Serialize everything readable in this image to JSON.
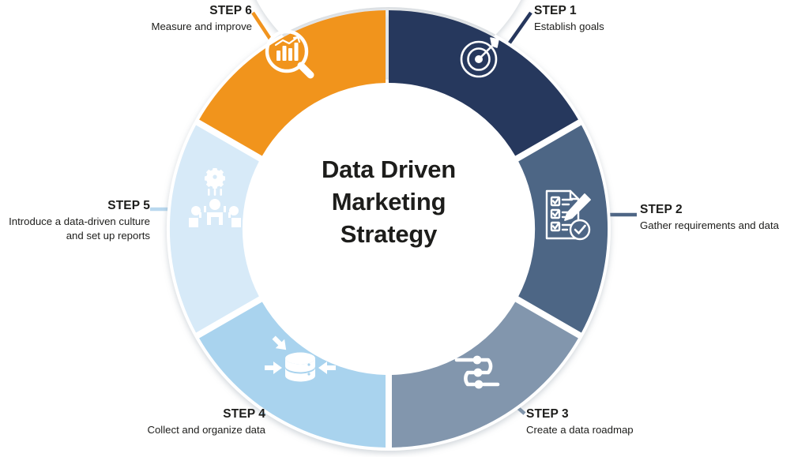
{
  "graphic": {
    "type": "donut-cycle-infographic",
    "center_title_lines": [
      "Data Driven",
      "Marketing",
      "Strategy"
    ],
    "center_text_color": "#1d1d1b",
    "background": "#ffffff",
    "gap_color": "#ffffff"
  },
  "steps": [
    {
      "id": 1,
      "step_label": "STEP 1",
      "description": "Establish goals",
      "color": "#26375d",
      "icon": "target-bullseye-arrow-icon",
      "start_angle": 0,
      "end_angle": 60,
      "connector_color": "#26375d"
    },
    {
      "id": 2,
      "step_label": "STEP 2",
      "description": "Gather requirements and data",
      "color": "#4e6685",
      "icon": "checklist-pencil-approved-icon",
      "start_angle": 60,
      "end_angle": 120,
      "connector_color": "#4e6685"
    },
    {
      "id": 3,
      "step_label": "STEP 3",
      "description": "Create a data roadmap",
      "color": "#8296ad",
      "icon": "roadmap-nodes-icon",
      "start_angle": 120,
      "end_angle": 180,
      "connector_color": "#8296ad"
    },
    {
      "id": 4,
      "step_label": "STEP 4",
      "description": "Collect and organize data",
      "color": "#a9d3ee",
      "icon": "database-inbound-arrows-icon",
      "start_angle": 180,
      "end_angle": 240,
      "connector_color": "#a9d3ee"
    },
    {
      "id": 5,
      "step_label": "STEP 5",
      "description": "Introduce a data-driven culture and set up reports",
      "color": "#d7eaf8",
      "icon": "team-gear-culture-icon",
      "start_angle": 240,
      "end_angle": 300,
      "connector_color": "#b9d8ee"
    },
    {
      "id": 6,
      "step_label": "STEP 6",
      "description": "Measure and improve",
      "color": "#f1941f",
      "icon": "magnifier-bar-chart-icon",
      "start_angle": 300,
      "end_angle": 360,
      "connector_color": "#f1941f"
    }
  ],
  "chart_data": {
    "type": "pie",
    "title": "Data Driven Marketing Strategy",
    "labels": [
      "STEP 1",
      "STEP 2",
      "STEP 3",
      "STEP 4",
      "STEP 5",
      "STEP 6"
    ],
    "values": [
      16.67,
      16.67,
      16.67,
      16.67,
      16.67,
      16.67
    ],
    "colors": [
      "#26375d",
      "#4e6685",
      "#8296ad",
      "#a9d3ee",
      "#d7eaf8",
      "#f1941f"
    ],
    "legend": "inline-callouts",
    "grid": false,
    "donut_hole_ratio": 0.67
  }
}
